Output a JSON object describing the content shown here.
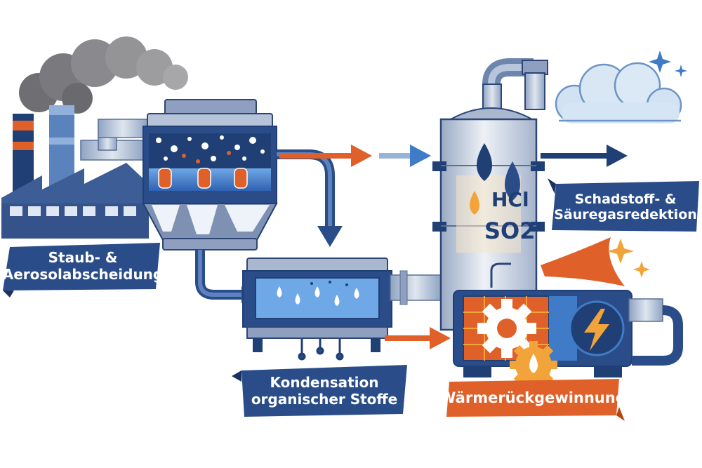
{
  "labels": {
    "staub": [
      "Staub- &",
      "Aerosolabscheidung"
    ],
    "kondensation": [
      "Kondensation",
      "organischer Stoffe"
    ],
    "schadstoff": [
      "Schadstoff- &",
      "Säuregasredektion"
    ],
    "waerme": "Wärmerückgewinnung"
  },
  "chemicals": {
    "hcl": "HCl",
    "so2": "SO2"
  },
  "colors": {
    "navy": "#1f3f75",
    "steel": "#7f95b5",
    "orange": "#e0602a",
    "blue": "#3f7bc6",
    "gold": "#f2a43a"
  },
  "icons": [
    "factory-icon",
    "smoke-cloud-icon",
    "filter-tank-icon",
    "condenser-icon",
    "scrubber-tower-icon",
    "heat-exchanger-icon",
    "gear-icon",
    "lightning-icon",
    "clean-cloud-icon",
    "sparkle-icon",
    "droplet-icon"
  ]
}
